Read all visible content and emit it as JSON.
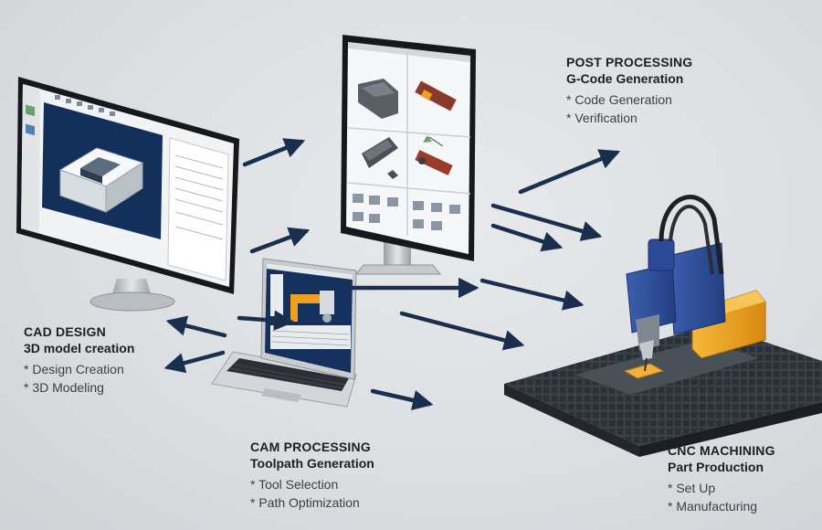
{
  "stages": [
    {
      "id": "cad",
      "title": "CAD DESIGN",
      "subtitle": "3D model creation",
      "items": [
        "Design Creation",
        "3D Modeling"
      ]
    },
    {
      "id": "cam",
      "title": "CAM PROCESSING",
      "subtitle": "Toolpath Generation",
      "items": [
        "Tool Selection",
        "Path Optimization"
      ]
    },
    {
      "id": "post",
      "title": "POST PROCESSING",
      "subtitle": "G-Code Generation",
      "items": [
        "Code Generation",
        "Verification"
      ]
    },
    {
      "id": "cnc",
      "title": "CNC MACHINING",
      "subtitle": "Part Production",
      "items": [
        "Set Up",
        "Manufacturing"
      ]
    }
  ],
  "colors": {
    "arrow": "#1a2f4e",
    "monitor_screen": "#12305a",
    "machine_blue": "#2f4f9a",
    "machine_orange": "#f0a020",
    "table_dark": "#3b4048"
  }
}
